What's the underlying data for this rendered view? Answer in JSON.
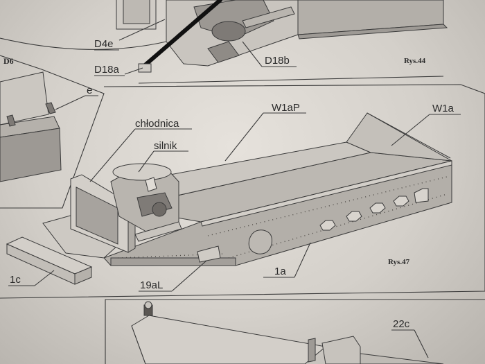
{
  "labels": {
    "d4e": "D4e",
    "d18a": "D18a",
    "d18b": "D18b",
    "d6": "D6",
    "e": "e",
    "chlodnica": "chłodnica",
    "silnik": "silnik",
    "w1ap": "W1aP",
    "w1a": "W1a",
    "p1c": "1c",
    "p19al": "19aL",
    "p1a": "1a",
    "p22c": "22c"
  },
  "figures": {
    "rys44": "Rys.44",
    "rys47": "Rys.47"
  },
  "colors": {
    "paper": "#dcd8d2",
    "panel_light": "#d9d5cf",
    "panel_mid": "#c3bfb9",
    "panel_dark": "#a9a5a0",
    "ink": "#2a2a2a"
  }
}
